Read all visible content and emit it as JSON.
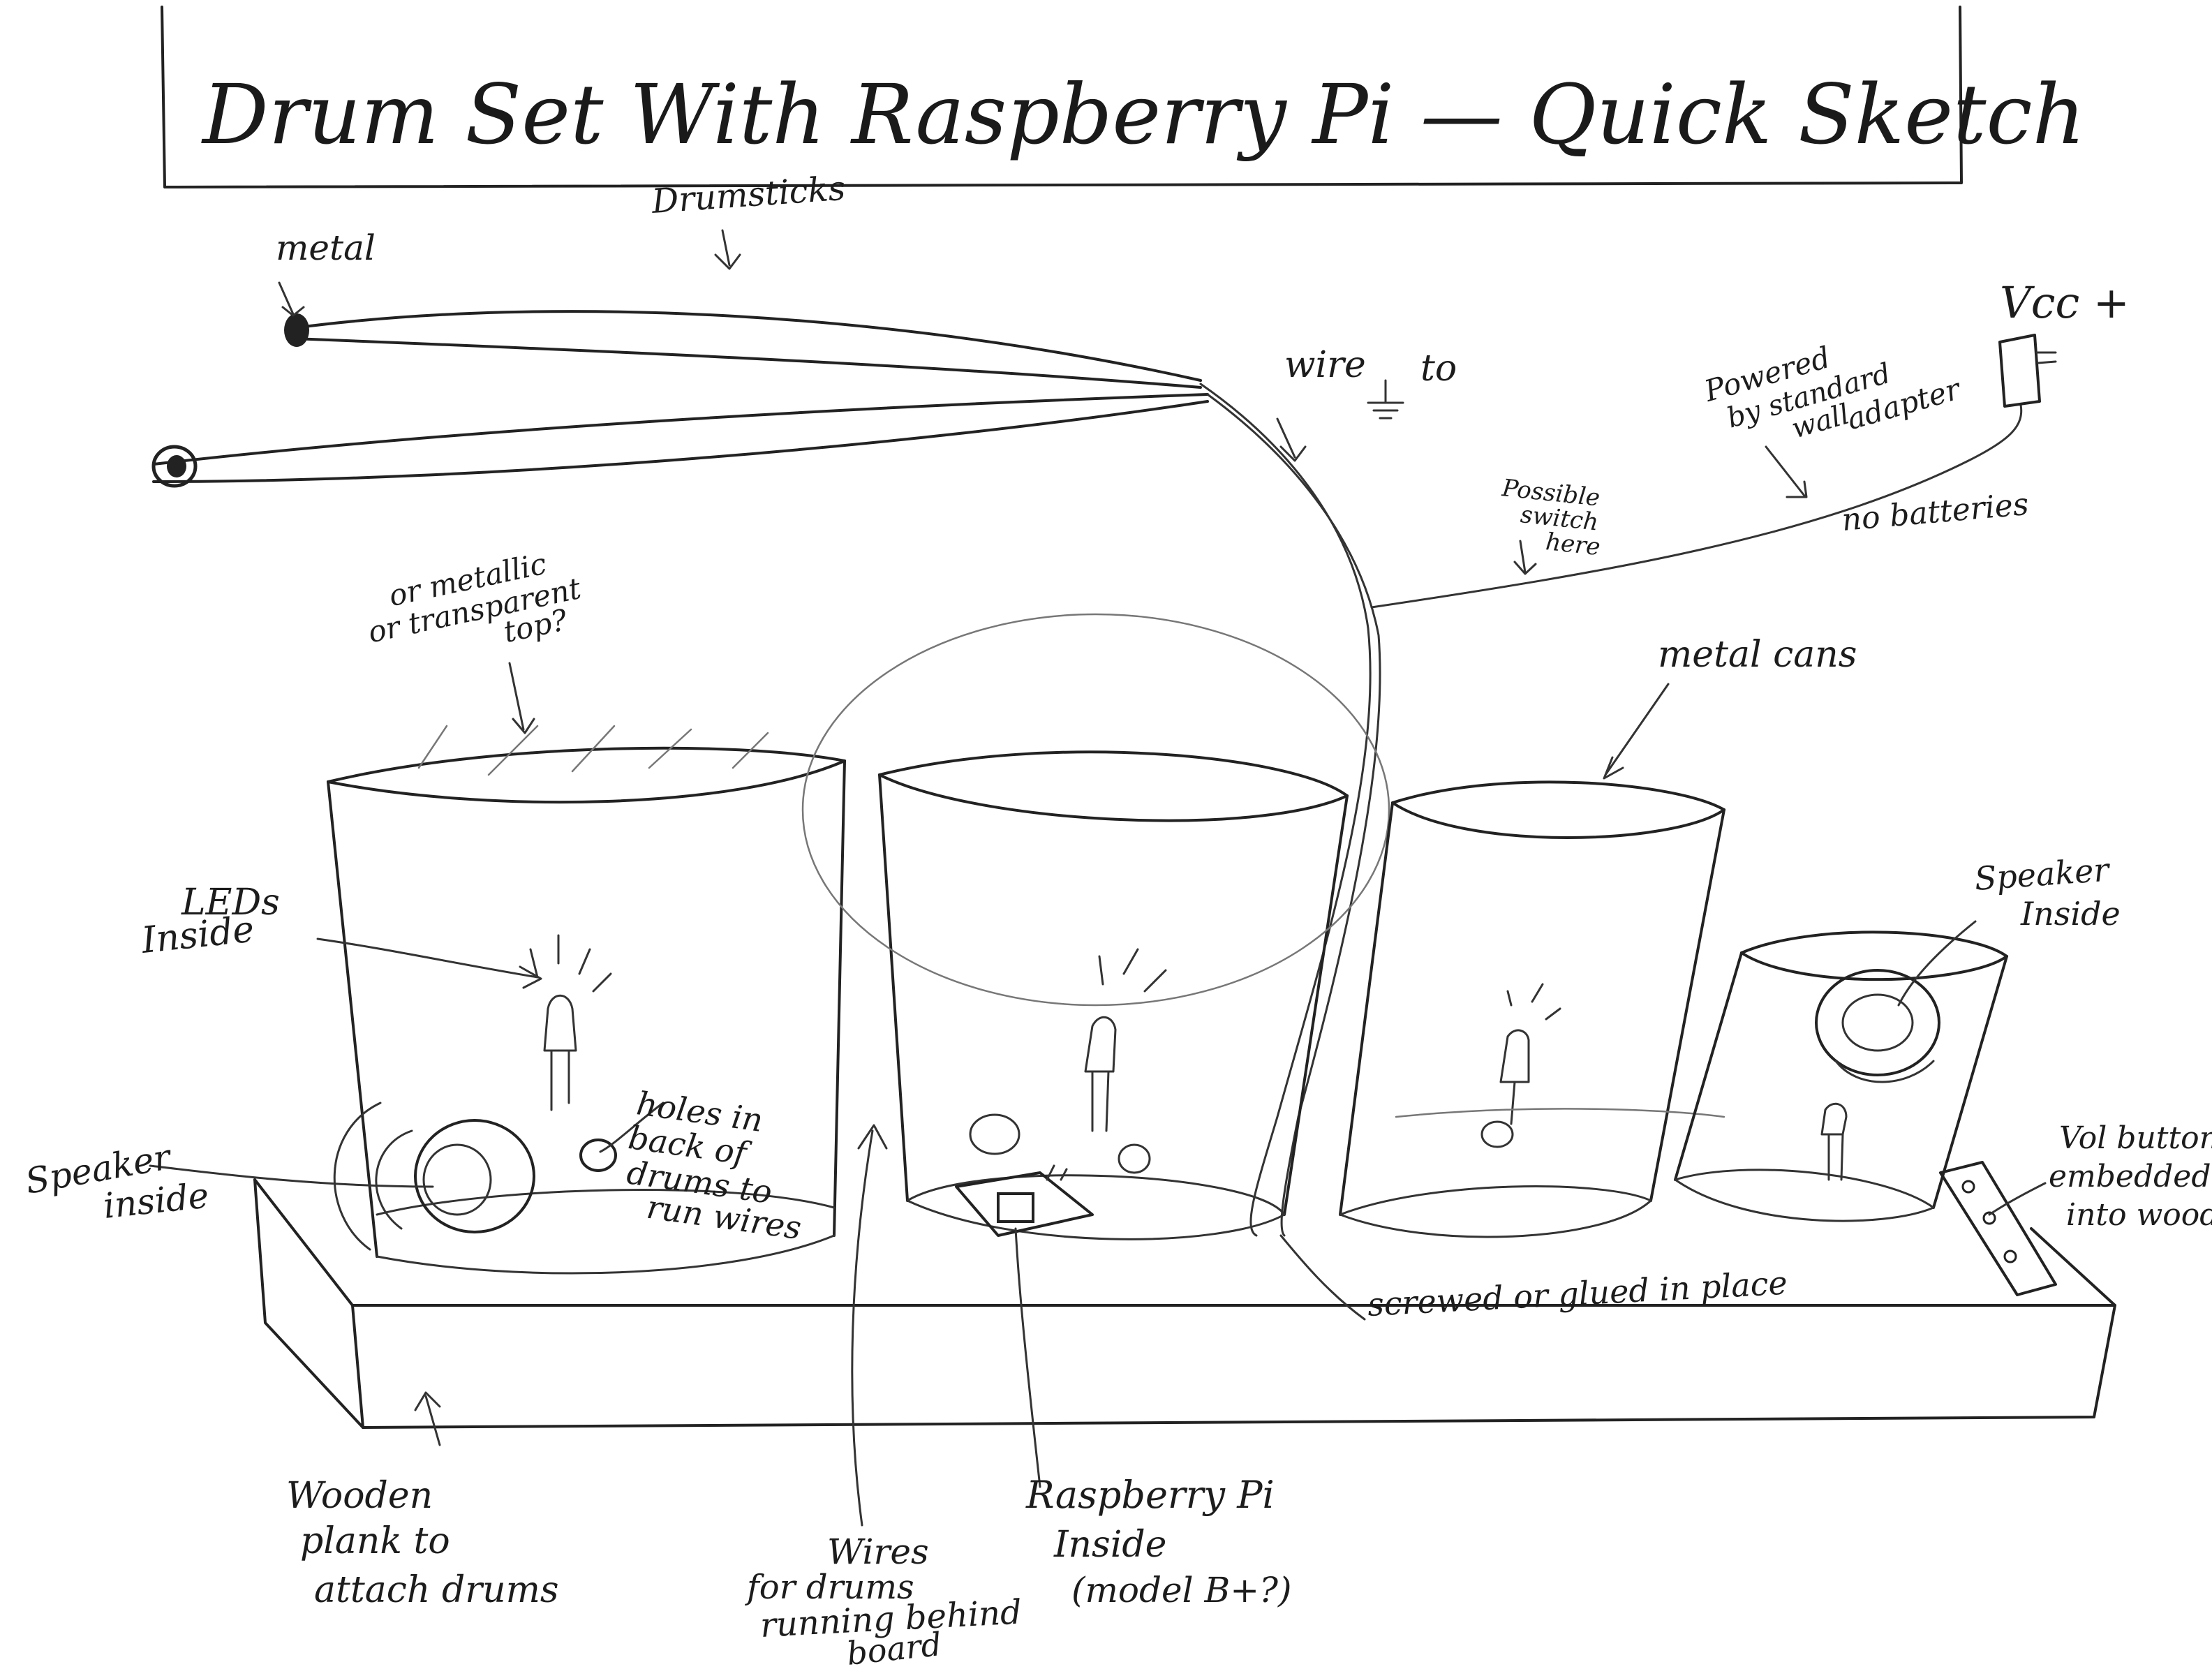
{
  "title": "Drum Set With Raspberry Pi — Quick Sketch",
  "labels": {
    "metal": "metal",
    "drumsticks": "Drumsticks",
    "wire_to_line1": "wire",
    "wire_to_line2": "to",
    "vcc": "Vcc +",
    "powered_line1": "Powered",
    "powered_line2": "by standard",
    "powered_line3": "wall",
    "powered_line4": "adapter",
    "no_batteries": "no batteries",
    "switch_line1": "Possible",
    "switch_line2": "switch",
    "switch_line3": "here",
    "metallic_line1": "or metallic",
    "metallic_line2": "or transparent",
    "metallic_line3": "top?",
    "metal_cans": "metal cans",
    "leds_line1": "LEDs",
    "leds_line2": "Inside",
    "speaker_right_line1": "Speaker",
    "speaker_right_line2": "Inside",
    "speaker_left_line1": "Speaker",
    "speaker_left_line2": "inside",
    "holes_line1": "holes in",
    "holes_line2": "back of",
    "holes_line3": "drums to",
    "holes_line4": "run wires",
    "vol_line1": "Vol buttons",
    "vol_line2": "embedded",
    "vol_line3": "into wood?",
    "screwed": "screwed or glued in place",
    "plank_line1": "Wooden",
    "plank_line2": "plank to",
    "plank_line3": "attach drums",
    "wires_line1": "Wires",
    "wires_line2": "for drums",
    "wires_line3": "running behind",
    "wires_line4": "board",
    "rpi_line1": "Raspberry Pi",
    "rpi_line2": "Inside",
    "rpi_line3": "(model B+?)"
  }
}
